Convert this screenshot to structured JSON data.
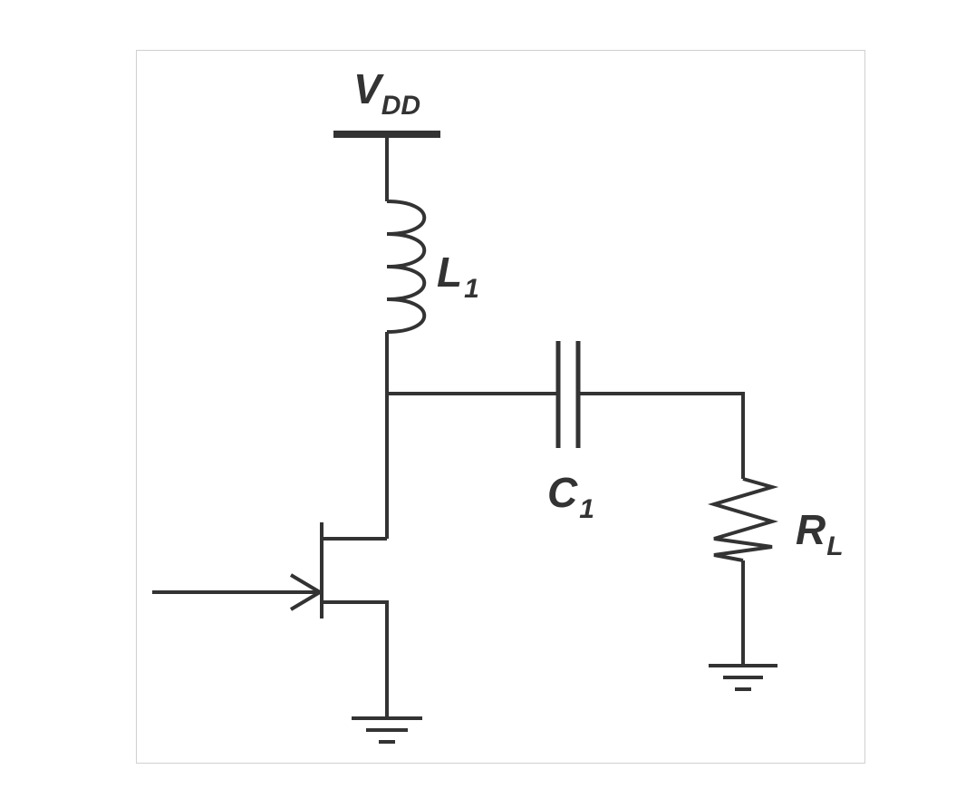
{
  "labels": {
    "vdd": {
      "main": "V",
      "sub": "DD"
    },
    "inductor": {
      "main": "L",
      "sub": "1"
    },
    "capacitor": {
      "main": "C",
      "sub": "1"
    },
    "load": {
      "main": "R",
      "sub": "L"
    }
  },
  "colors": {
    "stroke": "#333333",
    "frame": "#d0d0d0",
    "background": "#ffffff"
  }
}
